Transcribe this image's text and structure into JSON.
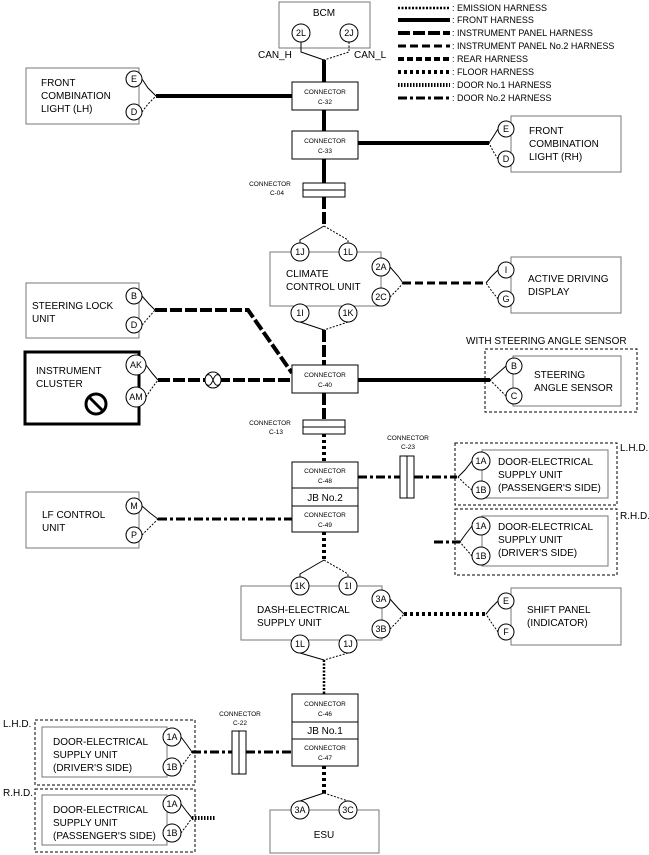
{
  "legend": [
    {
      "style": "em",
      "label": ": EMISSION HARNESS"
    },
    {
      "style": "fr",
      "label": ": FRONT HARNESS"
    },
    {
      "style": "ip",
      "label": ": INSTRUMENT PANEL HARNESS"
    },
    {
      "style": "ip2",
      "label": ": INSTRUMENT PANEL No.2 HARNESS"
    },
    {
      "style": "rr",
      "label": ": REAR HARNESS"
    },
    {
      "style": "fl",
      "label": ": FLOOR HARNESS"
    },
    {
      "style": "d1",
      "label": ": DOOR No.1 HARNESS"
    },
    {
      "style": "d2",
      "label": ": DOOR No.2 HARNESS"
    }
  ],
  "bcm": {
    "title": "BCM",
    "pin_left": "2L",
    "pin_right": "2J",
    "can_h": "CAN_H",
    "can_l": "CAN_L"
  },
  "connectors": {
    "word": "CONNECTOR",
    "c32": "C-32",
    "c33": "C-33",
    "c04": "C-04",
    "c40": "C-40",
    "c13": "C-13",
    "c48": "C-48",
    "c49": "C-49",
    "c23": "C-23",
    "c46": "C-46",
    "c47": "C-47",
    "c22": "C-22"
  },
  "junction_boxes": {
    "jb2": "JB No.2",
    "jb1": "JB No.1"
  },
  "front_combination_lh": {
    "line1": "FRONT",
    "line2": "COMBINATION",
    "line3": "LIGHT (LH)",
    "pin_top": "E",
    "pin_bottom": "D"
  },
  "front_combination_rh": {
    "line1": "FRONT",
    "line2": "COMBINATION",
    "line3": "LIGHT (RH)",
    "pin_top": "E",
    "pin_bottom": "D"
  },
  "climate": {
    "line1": "CLIMATE",
    "line2": "CONTROL UNIT",
    "pin_1j": "1J",
    "pin_1l": "1L",
    "pin_2a": "2A",
    "pin_2c": "2C",
    "pin_1i": "1I",
    "pin_1k": "1K"
  },
  "active_driving_display": {
    "line1": "ACTIVE DRIVING",
    "line2": "DISPLAY",
    "pin_top": "I",
    "pin_bottom": "G"
  },
  "steering_lock": {
    "line1": "STEERING LOCK",
    "line2": "UNIT",
    "pin_top": "B",
    "pin_bottom": "D"
  },
  "instrument_cluster": {
    "line1": "INSTRUMENT",
    "line2": "CLUSTER",
    "pin_top": "AK",
    "pin_bottom": "AM"
  },
  "steering_angle": {
    "caption": "WITH STEERING ANGLE SENSOR",
    "line1": "STEERING",
    "line2": "ANGLE SENSOR",
    "pin_top": "B",
    "pin_bottom": "C"
  },
  "door_unit_lhd_pass": {
    "tag": "L.H.D.",
    "line1": "DOOR-ELECTRICAL",
    "line2": "SUPPLY UNIT",
    "line3": "(PASSENGER'S SIDE)",
    "pin_top": "1A",
    "pin_bottom": "1B"
  },
  "door_unit_rhd_drv": {
    "tag": "R.H.D.",
    "line1": "DOOR-ELECTRICAL",
    "line2": "SUPPLY UNIT",
    "line3": "(DRIVER'S SIDE)",
    "pin_top": "1A",
    "pin_bottom": "1B"
  },
  "lf_control": {
    "line1": "LF CONTROL",
    "line2": "UNIT",
    "pin_top": "M",
    "pin_bottom": "P"
  },
  "dash_supply": {
    "line1": "DASH-ELECTRICAL",
    "line2": "SUPPLY UNIT",
    "pin_1k": "1K",
    "pin_1i": "1I",
    "pin_3a": "3A",
    "pin_3b": "3B",
    "pin_1l": "1L",
    "pin_1j": "1J"
  },
  "shift_panel": {
    "line1": "SHIFT PANEL",
    "line2": "(INDICATOR)",
    "pin_top": "E",
    "pin_bottom": "F"
  },
  "door_unit_lhd_drv": {
    "tag": "L.H.D.",
    "line1": "DOOR-ELECTRICAL",
    "line2": "SUPPLY UNIT",
    "line3": "(DRIVER'S SIDE)",
    "pin_top": "1A",
    "pin_bottom": "1B"
  },
  "door_unit_rhd_pass": {
    "tag": "R.H.D.",
    "line1": "DOOR-ELECTRICAL",
    "line2": "SUPPLY UNIT",
    "line3": "(PASSENGER'S SIDE)",
    "pin_top": "1A",
    "pin_bottom": "1B"
  },
  "esu": {
    "title": "ESU",
    "pin_left": "3A",
    "pin_right": "3C"
  }
}
